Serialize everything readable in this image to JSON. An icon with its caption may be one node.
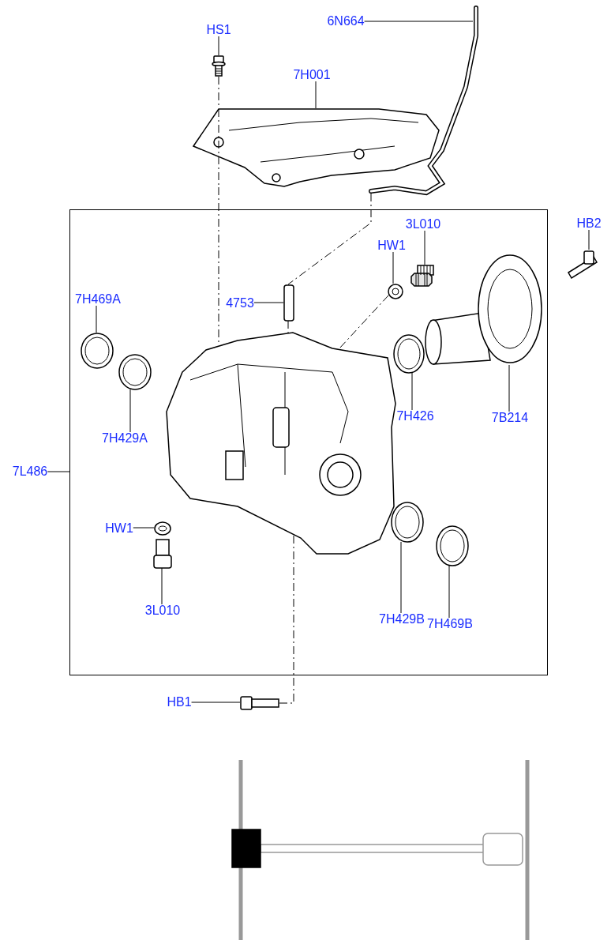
{
  "diagram": {
    "nodes": [
      {
        "text": [
          "HS1"
        ]
      },
      {
        "text": [
          "7H001"
        ]
      },
      {
        "text": [
          "6N664"
        ]
      },
      {
        "text": [],
        "shape": "box"
      },
      {
        "text": [
          "3L010"
        ],
        "in": 3
      },
      {
        "text": [
          "HW1"
        ],
        "in": 3
      },
      {
        "text": [
          "HB2"
        ]
      },
      {
        "text": [
          "7H469A"
        ],
        "in": 3
      },
      {
        "text": [
          "4753"
        ],
        "in": 3
      },
      {
        "text": [
          "7H426"
        ],
        "in": 3
      },
      {
        "text": [
          "7B214"
        ],
        "in": 3
      },
      {
        "text": [
          "7H429A"
        ],
        "in": 3
      },
      {
        "text": [
          "7L486"
        ]
      },
      {
        "text": [
          "HW1"
        ],
        "in": 3
      },
      {
        "text": [
          "3L010"
        ],
        "in": 3
      },
      {
        "text": [
          "7H429B"
        ],
        "in": 3
      },
      {
        "text": [
          "7H469B"
        ],
        "in": 3
      },
      {
        "text": [
          "HB1"
        ]
      },
      {
        "text": [],
        "shape": "picture"
      },
      {
        "text": [],
        "shape": "picture"
      },
      {
        "text": [],
        "shape": "picture"
      },
      {
        "text": [],
        "shape": "picture",
        "in": 3
      },
      {
        "text": [],
        "shape": "picture",
        "in": 3
      },
      {
        "text": [],
        "shape": "picture"
      },
      {
        "text": [],
        "shape": "picture",
        "in": 3
      },
      {
        "text": [],
        "shape": "picture",
        "in": 3
      },
      {
        "text": [],
        "shape": "picture",
        "in": 3
      },
      {
        "text": [],
        "shape": "picture",
        "in": 3
      },
      {
        "text": [],
        "shape": "picture",
        "in": 3
      },
      {
        "text": [],
        "shape": "picture",
        "in": 3
      },
      {
        "text": [],
        "shape": "picture",
        "in": 3
      },
      {
        "text": [],
        "shape": "picture",
        "in": 3
      },
      {
        "text": [],
        "shape": "picture",
        "in": 3
      },
      {
        "text": [],
        "shape": "picture",
        "in": 3
      },
      {
        "text": [],
        "shape": "picture"
      }
    ],
    "edges": [
      {
        "from": 0,
        "to": 18,
        "arrow": "none"
      },
      {
        "from": 1,
        "to": 19,
        "arrow": "none"
      },
      {
        "from": 2,
        "to": 20,
        "arrow": "none"
      },
      {
        "from": 4,
        "to": 21,
        "arrow": "none"
      },
      {
        "from": 5,
        "to": 22,
        "arrow": "none"
      },
      {
        "from": 6,
        "to": 23,
        "arrow": "none"
      },
      {
        "from": 7,
        "to": 24,
        "arrow": "none"
      },
      {
        "from": 8,
        "to": 25,
        "arrow": "none"
      },
      {
        "from": 9,
        "to": 26,
        "arrow": "none"
      },
      {
        "from": 10,
        "to": 27,
        "arrow": "none"
      },
      {
        "from": 11,
        "to": 28,
        "arrow": "none"
      },
      {
        "from": 12,
        "to": 3,
        "arrow": "none"
      },
      {
        "from": 13,
        "to": 30,
        "arrow": "none"
      },
      {
        "from": 14,
        "to": 31,
        "arrow": "none"
      },
      {
        "from": 15,
        "to": 32,
        "arrow": "none"
      },
      {
        "from": 16,
        "to": 33,
        "arrow": "none"
      },
      {
        "from": 17,
        "to": 34,
        "arrow": "none"
      },
      {
        "from": 18,
        "to": 19,
        "arrow": "none",
        "style": "dashed"
      },
      {
        "from": 20,
        "to": 25,
        "arrow": "none",
        "style": "dashed"
      },
      {
        "from": 25,
        "to": 29,
        "arrow": "none",
        "style": "dashed"
      },
      {
        "from": 22,
        "to": 29,
        "arrow": "none",
        "style": "dashed"
      },
      {
        "from": 34,
        "to": 29,
        "arrow": "none",
        "style": "dashed"
      },
      {
        "from": 19,
        "to": 29,
        "arrow": "none",
        "style": "dashed"
      }
    ]
  }
}
